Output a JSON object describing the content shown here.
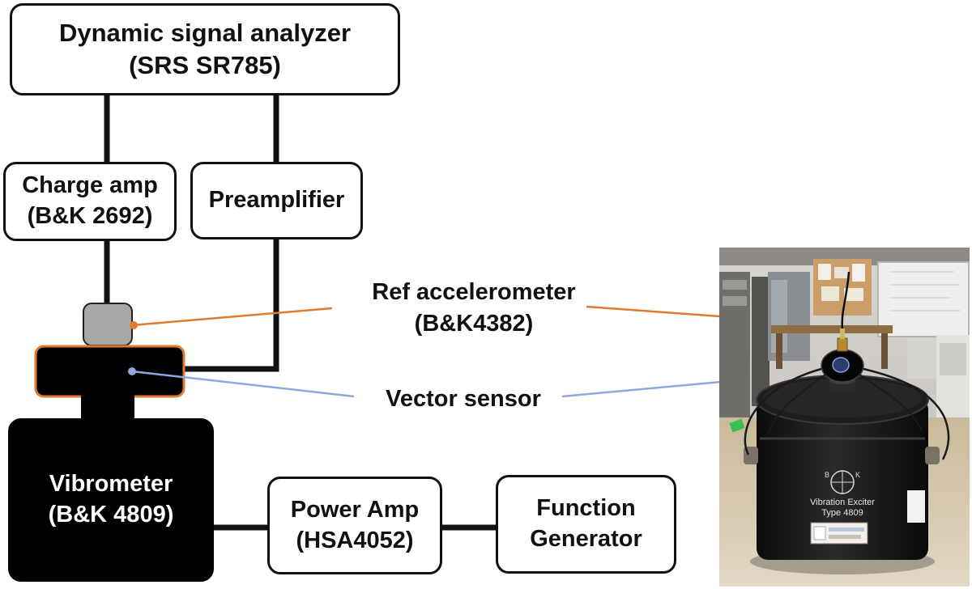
{
  "analyzer": {
    "line1": "Dynamic signal analyzer",
    "line2": "(SRS SR785)"
  },
  "charge_amp": {
    "line1": "Charge amp",
    "line2": "(B&K 2692)"
  },
  "preamp": {
    "label": "Preamplifier"
  },
  "ref_accel": {
    "line1": "Ref accelerometer",
    "line2": "(B&K4382)"
  },
  "vector_sensor": {
    "label": "Vector sensor"
  },
  "vibrometer": {
    "line1": "Vibrometer",
    "line2": "(B&K 4809)"
  },
  "power_amp": {
    "line1": "Power Amp",
    "line2": "(HSA4052)"
  },
  "function_gen": {
    "line1": "Function",
    "line2": "Generator"
  },
  "photo": {
    "exciter_line1": "Vibration Exciter",
    "exciter_line2": "Type 4809",
    "logo_left": "B",
    "logo_right": "K"
  },
  "colors": {
    "ref_line": "#E07A2E",
    "vector_line": "#8FA8DC",
    "accent_border": "#E07A2E"
  }
}
